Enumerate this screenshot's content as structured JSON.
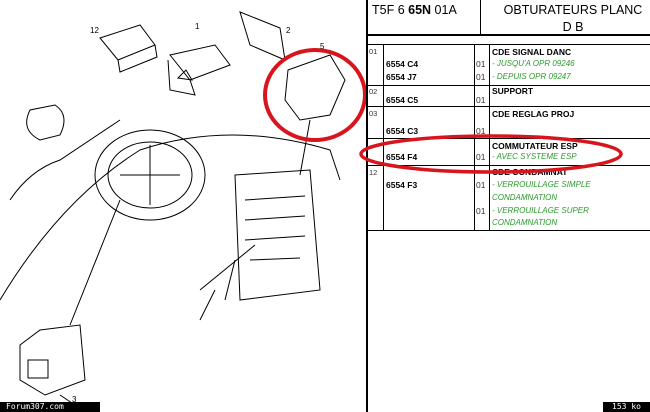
{
  "header": {
    "ref_prefix": "T5F 6 ",
    "ref_bold": "65N",
    "ref_suffix": " 01A",
    "title_line1": "OBTURATEURS PLANC",
    "title_line2": "D B"
  },
  "rows": [
    {
      "index": "01",
      "desc": "CDE SIGNAL DANC",
      "items": [
        {
          "ref_a": "6554",
          "ref_b": "C4",
          "qty": "01",
          "note": "- JUSQU'A OPR 09246"
        },
        {
          "ref_a": "6554",
          "ref_b": "J7",
          "qty": "01",
          "note": "- DEPUIS OPR 09247"
        }
      ]
    },
    {
      "index": "02",
      "desc": "SUPPORT",
      "items": [
        {
          "ref_a": "6554",
          "ref_b": "C5",
          "qty": "01"
        }
      ]
    },
    {
      "index": "03",
      "desc": "CDE REGLAG PROJ",
      "items": [
        {
          "ref_a": "6554",
          "ref_b": "C3",
          "qty": "01"
        }
      ]
    },
    {
      "desc": "COMMUTATEUR ESP",
      "items": [
        {
          "ref_a": "6554",
          "ref_b": "F4",
          "qty": "01",
          "note": "- AVEC SYSTEME ESP"
        }
      ]
    },
    {
      "index": "12",
      "desc": "CDE CONDAMNAT",
      "items": [
        {
          "ref_a": "6554",
          "ref_b": "F3",
          "qty": "01",
          "note": "- VERROUILLAGE SIMPLE",
          "note2": "CONDAMNATION"
        },
        {
          "qty": "01",
          "note": "- VERROUILLAGE SUPER",
          "note2": "CONDAMNATION"
        }
      ]
    }
  ],
  "callouts": {
    "c12": "12",
    "c1": "1",
    "c2": "2",
    "c5": "5",
    "c3": "3"
  },
  "footer": {
    "site": "Forum307.com",
    "size": "153 ko"
  },
  "colors": {
    "highlight": "#d8141c",
    "note": "#2a9a2a"
  }
}
